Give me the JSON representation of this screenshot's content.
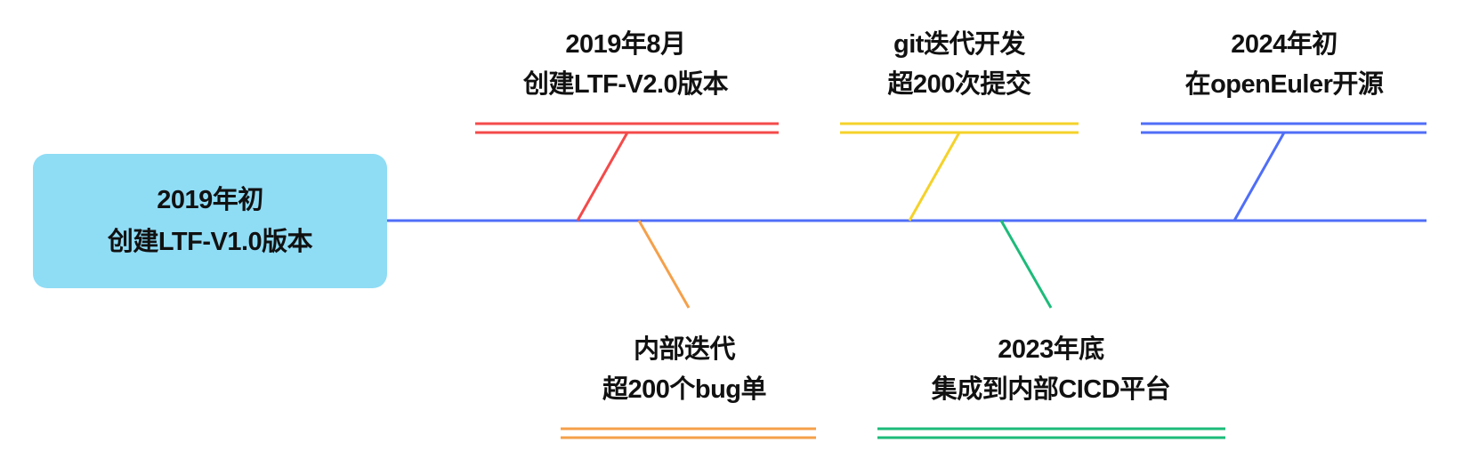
{
  "start": {
    "line1": "2019年初",
    "line2": "创建LTF-V1.0版本",
    "color": "#8fdcf5"
  },
  "axis_color": "#4f6ef7",
  "milestones": [
    {
      "line1": "2019年8月",
      "line2": "创建LTF-V2.0版本",
      "color": "#f44a4a",
      "side": "top"
    },
    {
      "line1": "内部迭代",
      "line2": "超200个bug单",
      "color": "#f5a04a",
      "side": "bottom"
    },
    {
      "line1": "git迭代开发",
      "line2": "超200次提交",
      "color": "#f5d22a",
      "side": "top"
    },
    {
      "line1": "2023年底",
      "line2": "集成到内部CICD平台",
      "color": "#1dbb7a",
      "side": "bottom"
    },
    {
      "line1": "2024年初",
      "line2": "在openEuler开源",
      "color": "#4f6ef7",
      "side": "top"
    }
  ]
}
